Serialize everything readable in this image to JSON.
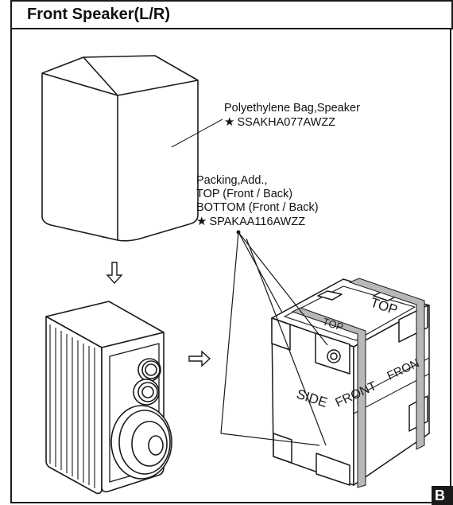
{
  "header": {
    "title": "Front Speaker(L/R)"
  },
  "bag_label": {
    "name": "Polyethylene Bag,Speaker",
    "part_number": "SSAKHA077AWZZ"
  },
  "packing_label": {
    "line1": "Packing,Add.,",
    "line2": "TOP (Front / Back)",
    "line3": "BOTTOM (Front / Back)",
    "part_number": "SPAKAA116AWZZ"
  },
  "box_text": {
    "side": "SIDE",
    "front1": "FRONT",
    "front2": "FRON",
    "top1": "TOP",
    "top2": "TOP"
  },
  "star_symbol": "★",
  "corner_badge": "B"
}
